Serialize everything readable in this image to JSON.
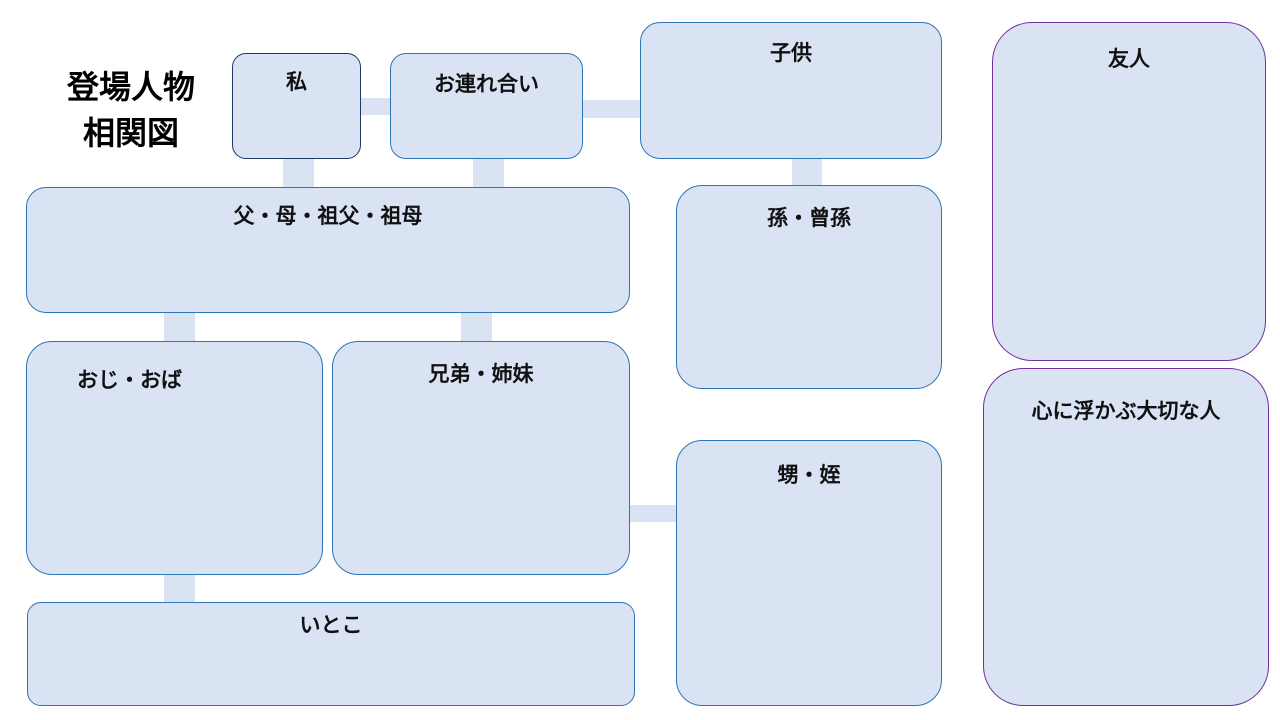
{
  "title": {
    "line1": "登場人物",
    "line2": "相関図"
  },
  "boxes": {
    "me": "私",
    "partner": "お連れ合い",
    "children": "子供",
    "parents": "父・母・祖父・祖母",
    "grandchildren": "孫・曾孫",
    "uncles": "おじ・おば",
    "siblings": "兄弟・姉妹",
    "nephews": "甥・姪",
    "cousins": "いとこ",
    "friends": "友人",
    "important": "心に浮かぶ大切な人"
  }
}
